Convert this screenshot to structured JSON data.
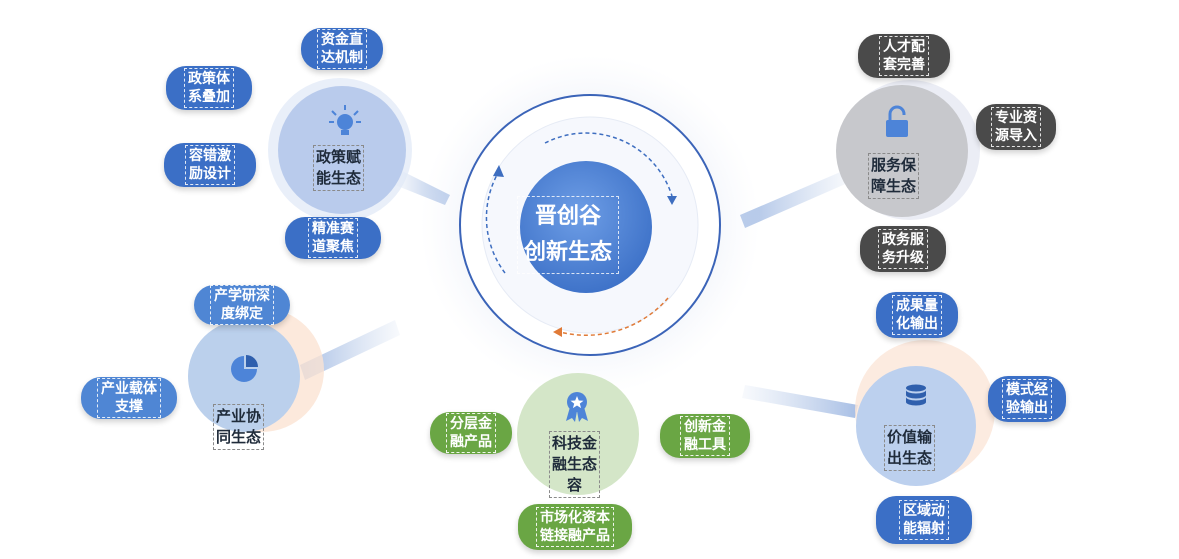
{
  "center": {
    "label": "晋创谷\n创新生态"
  },
  "nodes": {
    "policy": {
      "label": "政策赋\n能生态",
      "icon": "lightbulb-icon"
    },
    "service": {
      "label": "服务保\n障生态",
      "icon": "lock-icon"
    },
    "industry": {
      "label": "产业协\n同生态",
      "icon": "pie-chart-icon"
    },
    "finance": {
      "label": "科技金\n融生态\n容",
      "icon": "award-ribbon-icon"
    },
    "value": {
      "label": "价值输\n出生态",
      "icon": "database-icon"
    }
  },
  "pills": {
    "policy_fund": "资金直\n达机制",
    "policy_stack": "政策体\n系叠加",
    "policy_tolerance": "容错激\n励设计",
    "policy_track": "精准赛\n道聚焦",
    "service_talent": "人才配\n套完善",
    "service_resource": "专业资\n源导入",
    "service_gov": "政务服\n务升级",
    "industry_research": "产学研深\n度绑定",
    "industry_carrier": "产业载体\n支撑",
    "finance_layered": "分层金\n融产品",
    "finance_tools": "创新金\n融工具",
    "finance_market": "市场化资本\n链接融产品",
    "value_result": "成果量\n化输出",
    "value_model": "模式经\n验输出",
    "value_region": "区域动\n能辐射"
  },
  "colors": {
    "policy_pill": "#3b6fc6",
    "service_pill": "#4a4a4a",
    "industry_pill": "#4f86d4",
    "finance_pill": "#6aa644",
    "value_pill": "#3b6fc6",
    "center": "#4d84d8"
  }
}
